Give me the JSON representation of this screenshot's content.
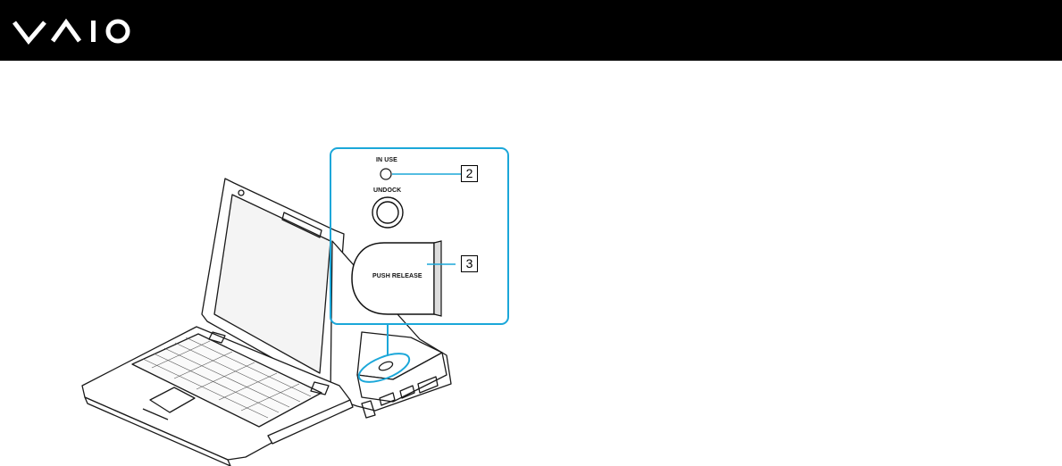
{
  "header": {
    "logo_text": "VAIO",
    "background_color": "#000000",
    "logo_color": "#ffffff"
  },
  "figure": {
    "accent_color": "#1ba7d9",
    "labels": {
      "in_use": "IN USE",
      "undock": "UNDOCK",
      "push_release": "PUSH RELEASE"
    },
    "callouts": {
      "in_use_number": "2",
      "push_release_number": "3"
    }
  }
}
